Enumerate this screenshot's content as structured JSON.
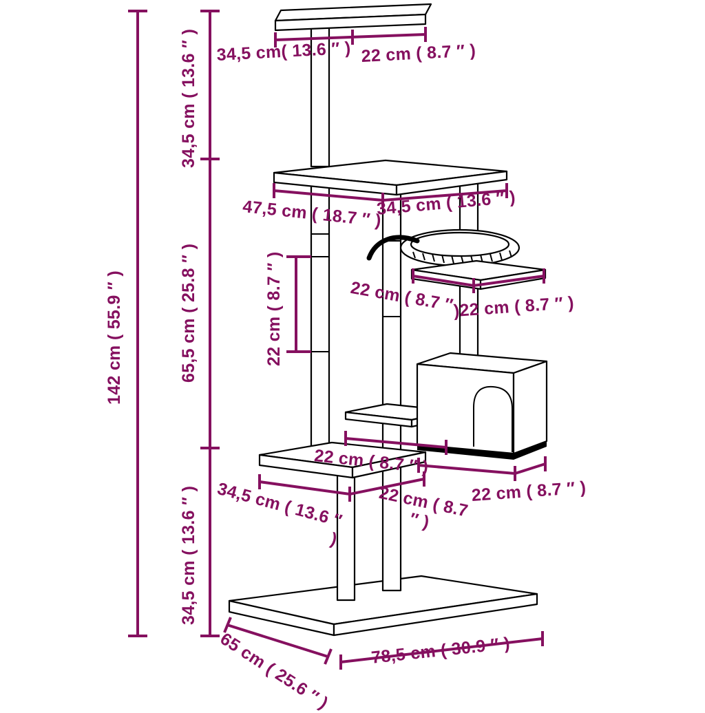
{
  "diagram": {
    "accent_color": "#85105f",
    "outline_color": "#000000",
    "background_color": "#ffffff",
    "labels": {
      "overall_height": "142 cm ( 55.9 ″ )",
      "top_segment_height": "34,5 cm ( 13.6 ″ )",
      "middle_segment_height": "65,5 cm ( 25.8 ″ )",
      "bottom_segment_height": "34,5 cm ( 13.6 ″ )",
      "top_platform_width": "34,5 cm( 13.6 ″ )",
      "top_platform_depth": "22 cm ( 8.7 ″ )",
      "second_platform_width": "47,5 cm ( 18.7 ″ )",
      "second_platform_depth": "34,5 cm ( 13.6 ″ )",
      "scratching_post_height": "22 cm ( 8.7 ″ )",
      "hammock_width": "22 cm ( 8.7 ″",
      "perch_width": ")22 cm ( 8.7 ″ )",
      "mid_platform_width": "22 cm ( 8.7 ″ )",
      "lower_platform_width": "34,5 cm ( 13.6 ″\n)",
      "lower_platform_depth": "22 cm ( 8.7\n″ )",
      "house_width": "22 cm ( 8.7 ″ )",
      "base_depth": "65 cm ( 25.6 ″ )",
      "base_width": "78,5 cm ( 30.9 ″ )"
    }
  }
}
